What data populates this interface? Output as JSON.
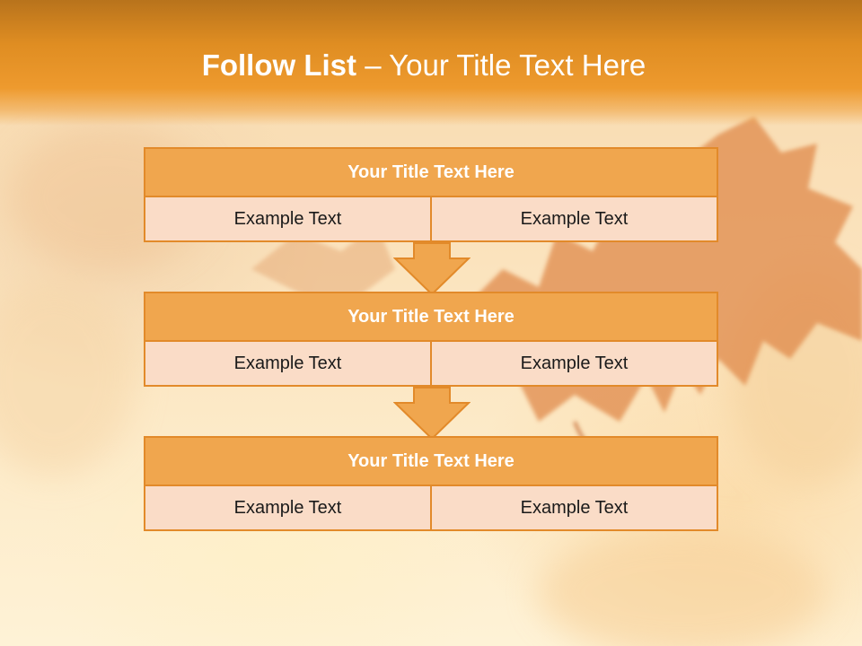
{
  "slide": {
    "title_bold": "Follow List",
    "title_rest": " – Your Title Text Here"
  },
  "blocks": [
    {
      "title": "Your Title Text Here",
      "left": "Example Text",
      "right": "Example Text"
    },
    {
      "title": "Your Title Text Here",
      "left": "Example Text",
      "right": "Example Text"
    },
    {
      "title": "Your Title Text Here",
      "left": "Example Text",
      "right": "Example Text"
    }
  ],
  "colors": {
    "header_band": "#df8d22",
    "block_title_fill": "#f0a64e",
    "block_border": "#e28a2a",
    "cell_fill": "#fadcc7",
    "arrow_fill": "#f0a64e"
  }
}
